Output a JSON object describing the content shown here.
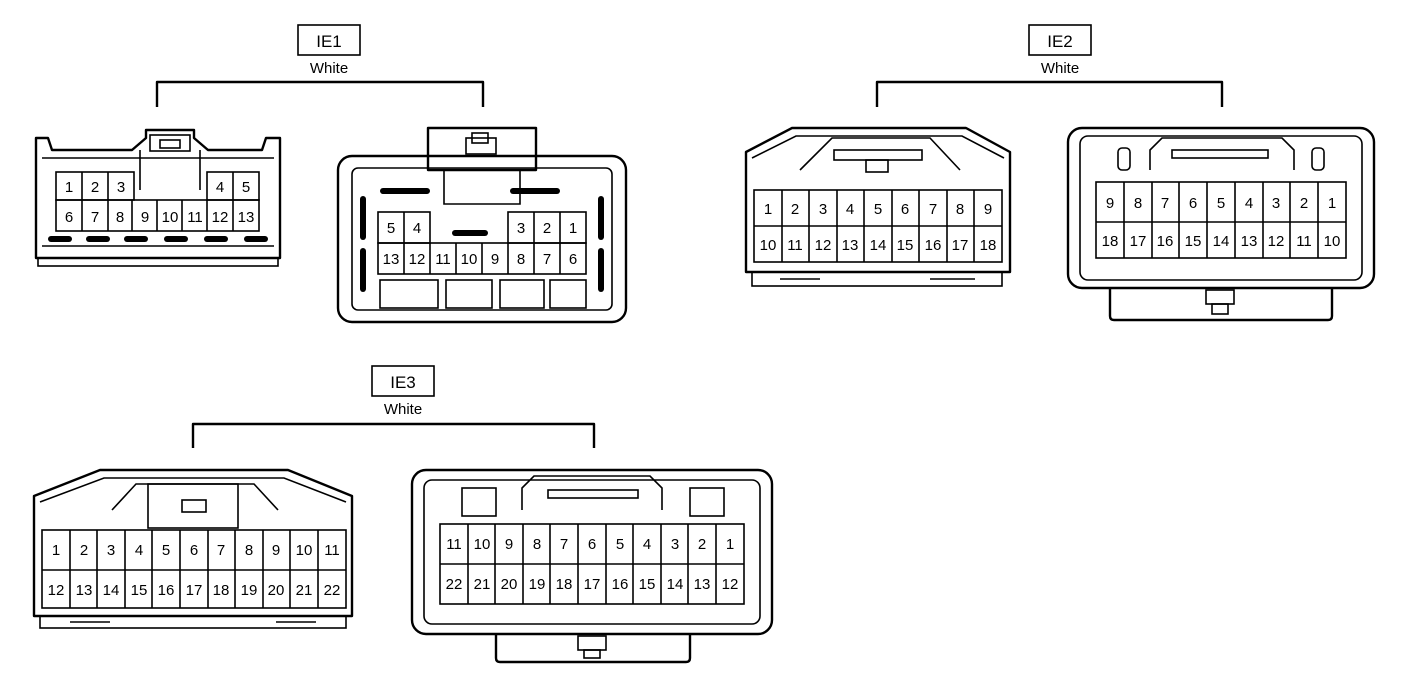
{
  "connectors": [
    {
      "id": "IE1",
      "color": "White",
      "male": {
        "top": [
          "1",
          "2",
          "3",
          "4",
          "5"
        ],
        "bottom": [
          "6",
          "7",
          "8",
          "9",
          "10",
          "11",
          "12",
          "13"
        ]
      },
      "female": {
        "top": [
          "5",
          "4",
          "3",
          "2",
          "1"
        ],
        "bottom": [
          "13",
          "12",
          "11",
          "10",
          "9",
          "8",
          "7",
          "6"
        ]
      }
    },
    {
      "id": "IE2",
      "color": "White",
      "male": {
        "top": [
          "1",
          "2",
          "3",
          "4",
          "5",
          "6",
          "7",
          "8",
          "9"
        ],
        "bottom": [
          "10",
          "11",
          "12",
          "13",
          "14",
          "15",
          "16",
          "17",
          "18"
        ]
      },
      "female": {
        "top": [
          "9",
          "8",
          "7",
          "6",
          "5",
          "4",
          "3",
          "2",
          "1"
        ],
        "bottom": [
          "18",
          "17",
          "16",
          "15",
          "14",
          "13",
          "12",
          "11",
          "10"
        ]
      }
    },
    {
      "id": "IE3",
      "color": "White",
      "male": {
        "top": [
          "1",
          "2",
          "3",
          "4",
          "5",
          "6",
          "7",
          "8",
          "9",
          "10",
          "11"
        ],
        "bottom": [
          "12",
          "13",
          "14",
          "15",
          "16",
          "17",
          "18",
          "19",
          "20",
          "21",
          "22"
        ]
      },
      "female": {
        "top": [
          "11",
          "10",
          "9",
          "8",
          "7",
          "6",
          "5",
          "4",
          "3",
          "2",
          "1"
        ],
        "bottom": [
          "22",
          "21",
          "20",
          "19",
          "18",
          "17",
          "16",
          "15",
          "14",
          "13",
          "12"
        ]
      }
    }
  ]
}
